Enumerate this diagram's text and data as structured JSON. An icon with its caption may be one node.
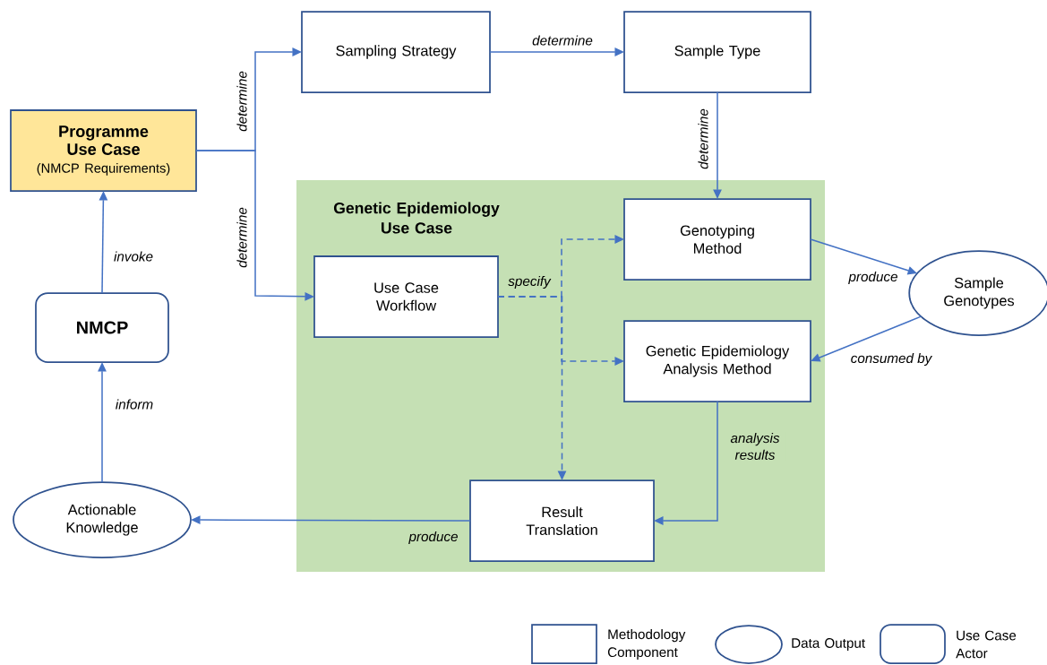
{
  "diagram": {
    "nodes": [
      {
        "text": [
          "Programme Use Case",
          "(NMCP Requirements)"
        ]
      },
      {
        "text": [
          "Sampling Strategy"
        ]
      },
      {
        "text": [
          "Sample Type"
        ]
      },
      {
        "text": [
          "Genetic Epidemiology Use Case"
        ]
      },
      {
        "text": [
          "Genotyping Method"
        ],
        "in": 3
      },
      {
        "text": [
          "Use Case Workflow"
        ],
        "in": 3
      },
      {
        "text": [
          "Genetic Epidemiology Analysis Method"
        ],
        "in": 3
      },
      {
        "text": [
          "Result Translation"
        ],
        "in": 3
      },
      {
        "text": [
          "Sample Genotypes"
        ]
      },
      {
        "text": [
          "NMCP"
        ]
      },
      {
        "text": [
          "Actionable Knowledge"
        ]
      }
    ],
    "edges": [
      {
        "from": 0,
        "to": 1,
        "arrow": "to",
        "label": "determine"
      },
      {
        "from": 0,
        "to": 5,
        "arrow": "to",
        "label": "determine"
      },
      {
        "from": 1,
        "to": 2,
        "arrow": "to",
        "label": "determine"
      },
      {
        "from": 2,
        "to": 4,
        "arrow": "to",
        "label": "determine"
      },
      {
        "from": 5,
        "to": 4,
        "arrow": "to",
        "style": "dashed",
        "label": "specify"
      },
      {
        "from": 5,
        "to": 6,
        "arrow": "to",
        "style": "dashed"
      },
      {
        "from": 5,
        "to": 7,
        "arrow": "to",
        "style": "dashed"
      },
      {
        "from": 4,
        "to": 8,
        "arrow": "to",
        "label": "produce"
      },
      {
        "from": 8,
        "to": 6,
        "arrow": "to",
        "label": "consumed by"
      },
      {
        "from": 6,
        "to": 7,
        "arrow": "to",
        "label": "analysis results"
      },
      {
        "from": 7,
        "to": 10,
        "arrow": "to",
        "label": "produce"
      },
      {
        "from": 10,
        "to": 9,
        "arrow": "to",
        "label": "inform"
      },
      {
        "from": 9,
        "to": 0,
        "arrow": "to",
        "label": "invoke"
      }
    ],
    "legend": [
      {
        "text": "Methodology Component"
      },
      {
        "text": "Data Output"
      },
      {
        "text": "Use Case Actor"
      }
    ]
  }
}
